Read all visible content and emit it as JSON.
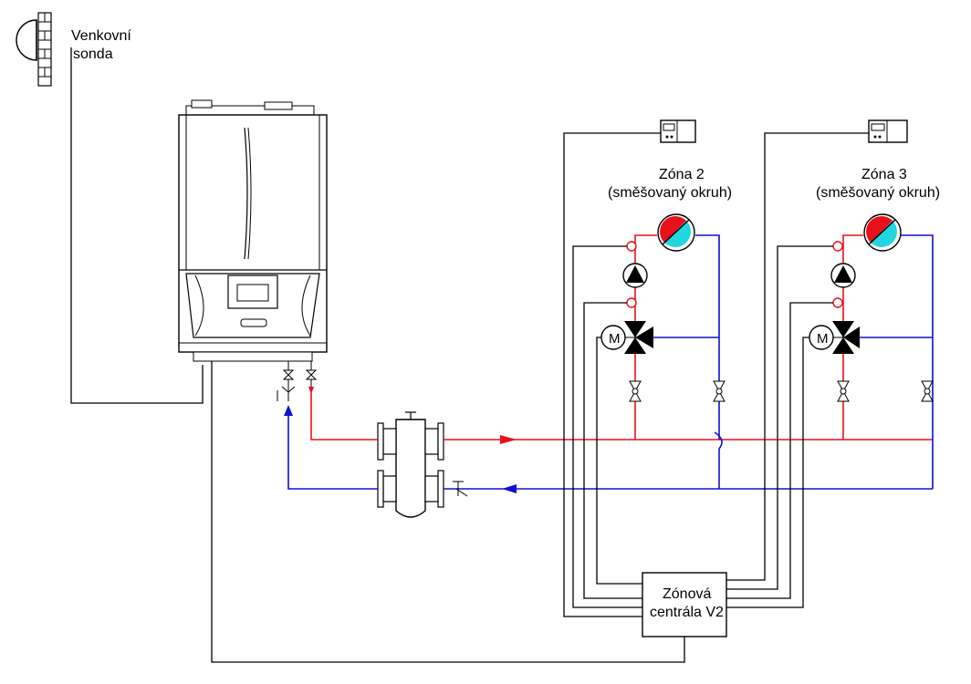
{
  "outdoor_sensor": {
    "line1": "Venkovní",
    "line2": "sonda"
  },
  "zones": [
    {
      "title": "Zóna 2",
      "subtitle": "(směšovaný okruh)",
      "motor_label": "M"
    },
    {
      "title": "Zóna 3",
      "subtitle": "(směšovaný okruh)",
      "motor_label": "M"
    }
  ],
  "controller": {
    "line1": "Zónová",
    "line2": "centrála V2"
  },
  "colors": {
    "supply": "#e8101a",
    "return": "#1010d0",
    "wire": "#000000",
    "indicator_red": "#e8101a",
    "indicator_cyan": "#22d6e0"
  }
}
